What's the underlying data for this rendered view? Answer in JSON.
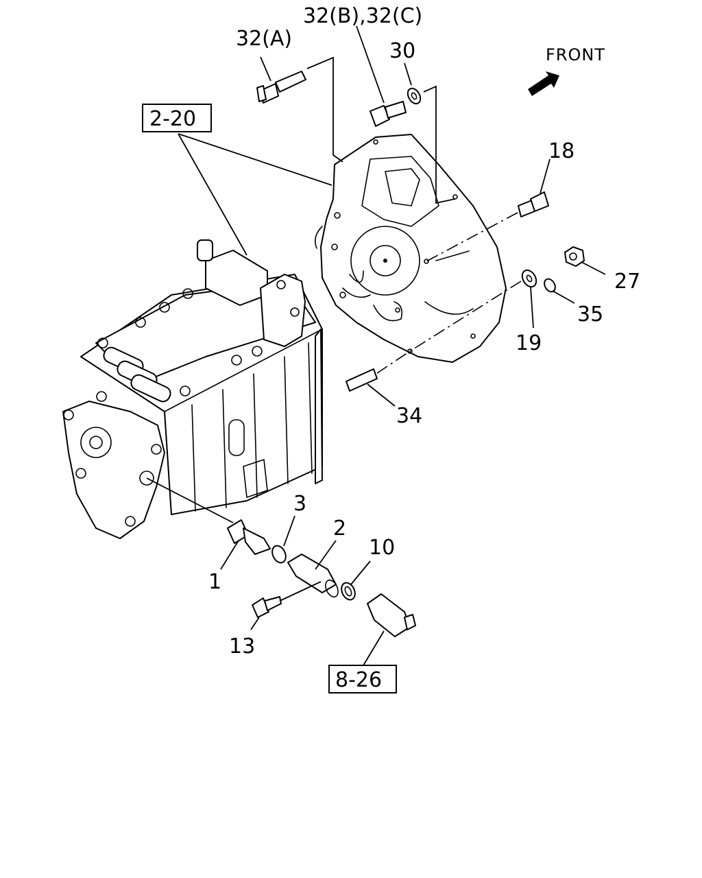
{
  "front_label": "FRONT",
  "callouts": {
    "c32a": "32(A)",
    "c32bc": "32(B),32(C)",
    "c30": "30",
    "c2_20": "2-20",
    "c18": "18",
    "c27": "27",
    "c35": "35",
    "c19": "19",
    "c34": "34",
    "c3": "3",
    "c2": "2",
    "c10": "10",
    "c1": "1",
    "c13": "13",
    "c8_26": "8-26"
  }
}
